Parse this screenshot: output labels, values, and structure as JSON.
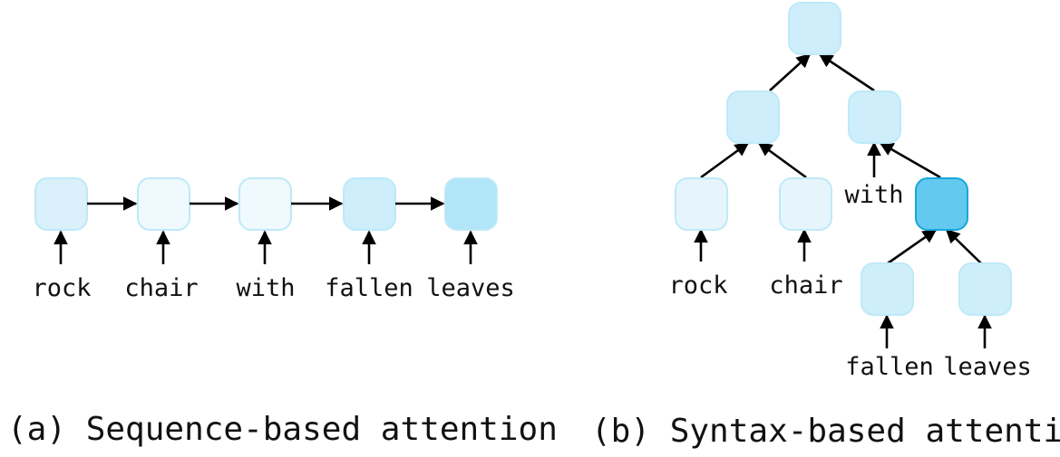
{
  "colors": {
    "node_lightest": "#f0f9fd",
    "node_light": "#e6f5fc",
    "node_mid": "#daf0fa",
    "node_base": "#cdeefa",
    "node_strong": "#b2e5f7",
    "node_highlight": "#63c9ef",
    "stroke_light": "#bfe9f8",
    "stroke_strong": "#1aa7dc",
    "arrow": "#000000"
  },
  "panel_a": {
    "caption": "(a) Sequence-based attention",
    "words": [
      "rock",
      "chair",
      "with",
      "fallen",
      "leaves"
    ],
    "nodes": [
      {
        "id": "rock-state",
        "shade": "node_mid"
      },
      {
        "id": "chair-state",
        "shade": "node_lightest"
      },
      {
        "id": "with-state",
        "shade": "node_lightest"
      },
      {
        "id": "fallen-state",
        "shade": "node_base"
      },
      {
        "id": "leaves-state",
        "shade": "node_strong"
      }
    ]
  },
  "panel_b": {
    "caption": "(b) Syntax-based attention",
    "words": {
      "rock": "rock",
      "chair": "chair",
      "with": "with",
      "fallen": "fallen",
      "leaves": "leaves"
    },
    "nodes": {
      "root": "node_base",
      "left": "node_base",
      "right": "node_base",
      "rock": "node_light",
      "chair": "node_light",
      "with_phrase": "node_highlight",
      "fallen": "node_base",
      "leaves": "node_base"
    }
  }
}
